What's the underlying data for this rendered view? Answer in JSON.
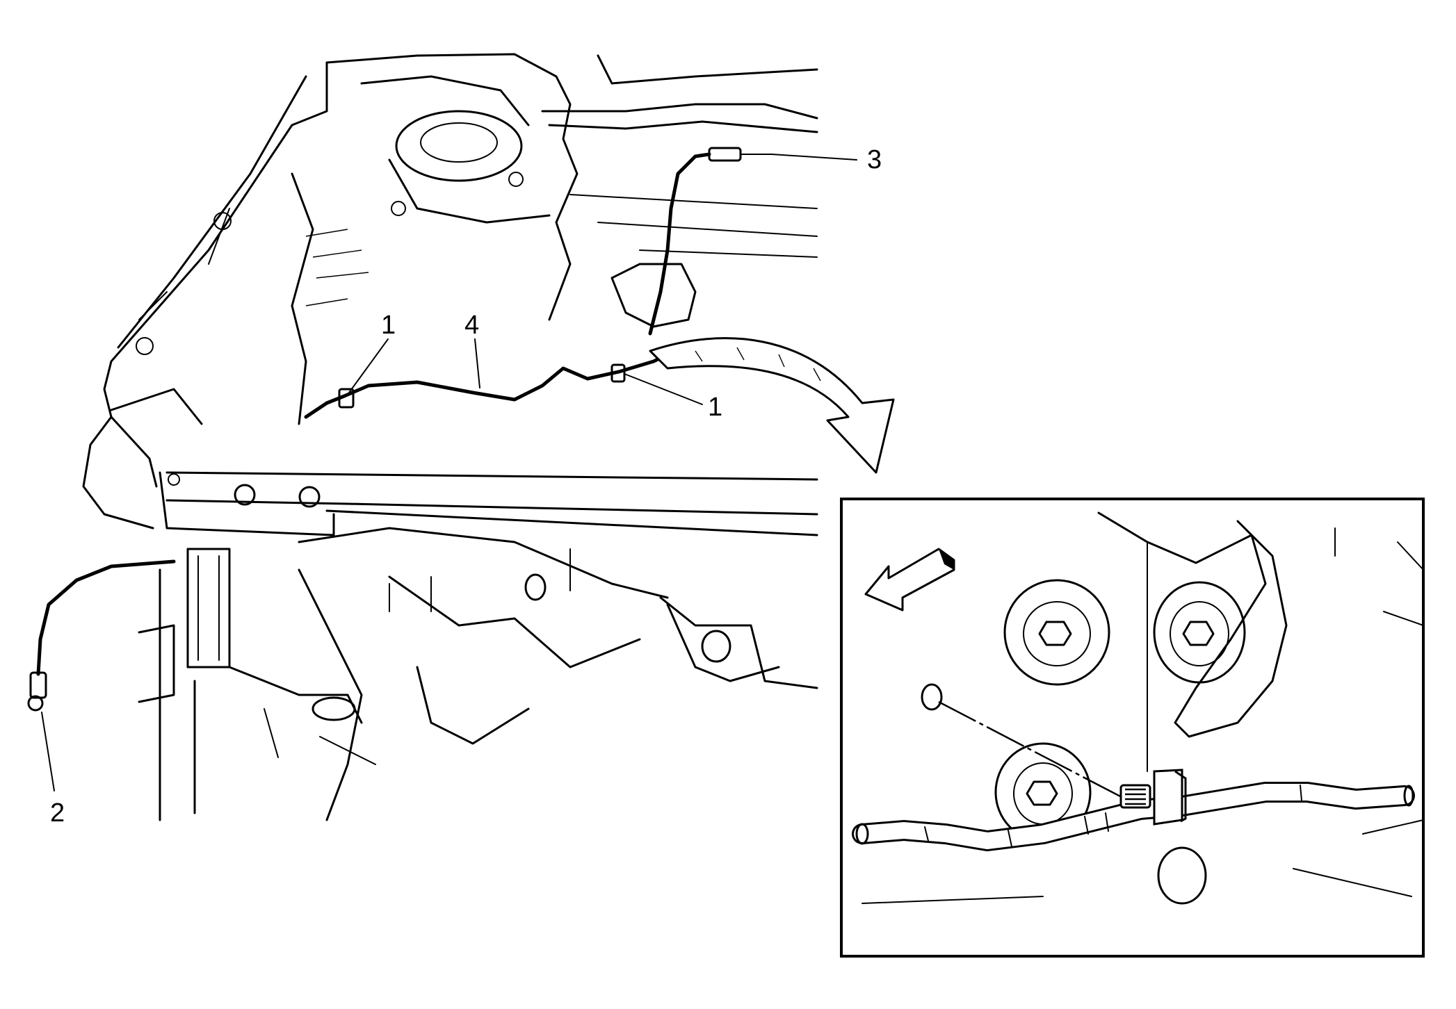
{
  "callouts": {
    "clip_upper_left": "1",
    "clip_right": "1",
    "cable_end_left": "2",
    "cable_end_top": "3",
    "cable": "4"
  },
  "colors": {
    "line": "#000000",
    "background": "#ffffff"
  }
}
